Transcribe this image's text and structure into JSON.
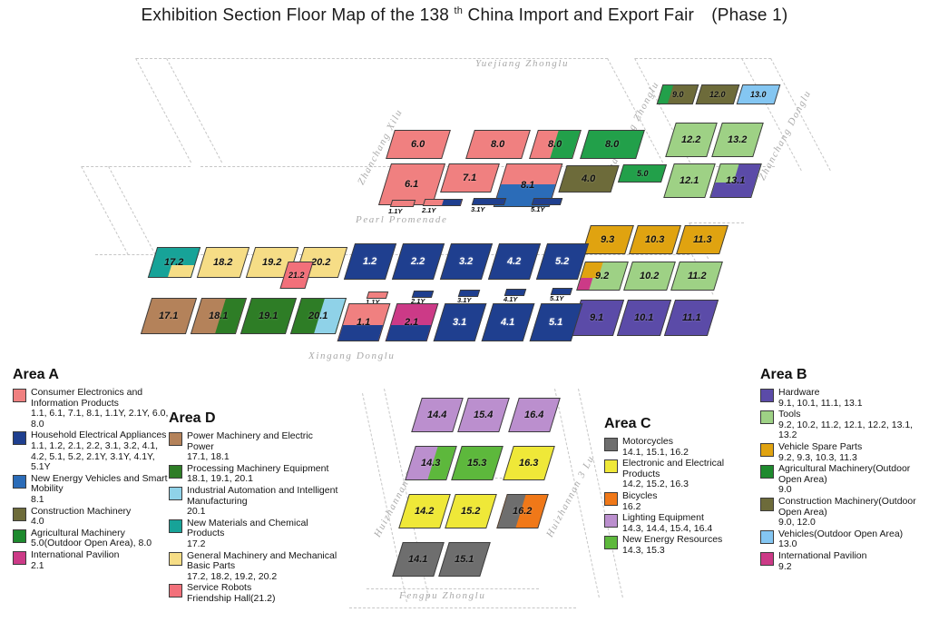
{
  "title": {
    "prefix": "Exhibition Section Floor Map of the 138",
    "sup": "th",
    "suffix": "China Import and Export Fair (Phase 1)"
  },
  "roads": {
    "yuejiang_zhonglu": "Yuejiang Zhonglu",
    "zhanchang_xilu": "Zhanchang Xilu",
    "zhanchang_zhonglu": "Zhanchang Zhonglu",
    "zhanchang_donglu": "Zhanchang Donglu",
    "pearl_promenade": "Pearl Promenade",
    "xingang_donglu": "Xingang Donglu",
    "huizhannan_2_lu": "Huizhannan 2 Lu",
    "huizhannan_3_lu": "Huizhannan 3 Lu",
    "fengpu_zhonglu": "Fengpu Zhonglu"
  },
  "colors": {
    "pink": "#f08080",
    "dark_blue": "#1f3f8f",
    "blue": "#2b6cb8",
    "olive": "#6d6b3a",
    "green": "#22a04a",
    "magenta": "#cc3a87",
    "brown": "#b4825a",
    "dark_green": "#2e7d26",
    "light_blue": "#8fd2e8",
    "teal": "#17a398",
    "light_yellow": "#f6dd86",
    "salmon": "#f2707a",
    "gray": "#6e6e6e",
    "yellow": "#efe838",
    "orange": "#f07818",
    "purple_light": "#bb8fce",
    "green_bright": "#5db83c",
    "indigo": "#5b4ba8",
    "light_green": "#9ed185",
    "gold": "#e0a310",
    "sky_blue": "#84c6f2"
  },
  "blocks_top": [
    {
      "id": "6.0",
      "fills": [
        "pink"
      ]
    },
    {
      "id": "8.0",
      "fills": [
        "pink"
      ]
    },
    {
      "id": "8.0b",
      "label": "8.0",
      "fills": [
        "pink",
        "green"
      ]
    },
    {
      "id": "8.0c",
      "label": "8.0",
      "fills": [
        "green"
      ]
    },
    {
      "id": "6.1",
      "fills": [
        "pink"
      ]
    },
    {
      "id": "7.1",
      "fills": [
        "pink"
      ]
    },
    {
      "id": "8.1",
      "fills": [
        "pink",
        "blue"
      ]
    },
    {
      "id": "4.0",
      "fills": [
        "olive"
      ]
    },
    {
      "id": "5.0",
      "fills": [
        "green"
      ]
    }
  ],
  "blocks_topright": [
    {
      "id": "9.0",
      "fills": [
        "green",
        "olive"
      ]
    },
    {
      "id": "12.0",
      "fills": [
        "olive"
      ]
    },
    {
      "id": "13.0",
      "fills": [
        "sky_blue"
      ]
    },
    {
      "id": "12.2",
      "fills": [
        "light_green"
      ]
    },
    {
      "id": "13.2",
      "fills": [
        "light_green"
      ]
    },
    {
      "id": "12.1",
      "fills": [
        "light_green"
      ]
    },
    {
      "id": "13.1",
      "fills": [
        "light_green",
        "indigo"
      ]
    }
  ],
  "blocks_areaB": [
    {
      "id": "9.3",
      "fills": [
        "gold"
      ]
    },
    {
      "id": "10.3",
      "fills": [
        "gold"
      ]
    },
    {
      "id": "11.3",
      "fills": [
        "gold"
      ]
    },
    {
      "id": "9.2",
      "fills": [
        "gold",
        "magenta",
        "light_green"
      ]
    },
    {
      "id": "10.2",
      "fills": [
        "light_green"
      ]
    },
    {
      "id": "11.2",
      "fills": [
        "light_green"
      ]
    },
    {
      "id": "9.1",
      "fills": [
        "indigo"
      ]
    },
    {
      "id": "10.1",
      "fills": [
        "indigo"
      ]
    },
    {
      "id": "11.1",
      "fills": [
        "indigo"
      ]
    }
  ],
  "blocks_areaA": [
    {
      "id": "1.2",
      "fills": [
        "dark_blue"
      ]
    },
    {
      "id": "2.2",
      "fills": [
        "dark_blue"
      ]
    },
    {
      "id": "3.2",
      "fills": [
        "dark_blue"
      ]
    },
    {
      "id": "4.2",
      "fills": [
        "dark_blue"
      ]
    },
    {
      "id": "5.2",
      "fills": [
        "dark_blue"
      ]
    },
    {
      "id": "1.1",
      "fills": [
        "pink",
        "dark_blue"
      ]
    },
    {
      "id": "2.1",
      "fills": [
        "magenta",
        "dark_blue"
      ]
    },
    {
      "id": "3.1",
      "fills": [
        "dark_blue"
      ]
    },
    {
      "id": "4.1",
      "fills": [
        "dark_blue"
      ]
    },
    {
      "id": "5.1",
      "fills": [
        "dark_blue"
      ]
    }
  ],
  "blocks_areaD": [
    {
      "id": "17.2",
      "fills": [
        "teal",
        "light_yellow"
      ]
    },
    {
      "id": "18.2",
      "fills": [
        "light_yellow"
      ]
    },
    {
      "id": "19.2",
      "fills": [
        "light_yellow"
      ]
    },
    {
      "id": "20.2",
      "fills": [
        "light_yellow"
      ]
    },
    {
      "id": "21.2",
      "fills": [
        "salmon"
      ]
    },
    {
      "id": "17.1",
      "fills": [
        "brown"
      ]
    },
    {
      "id": "18.1",
      "fills": [
        "brown",
        "dark_green"
      ]
    },
    {
      "id": "19.1",
      "fills": [
        "dark_green"
      ]
    },
    {
      "id": "20.1",
      "fills": [
        "dark_green",
        "light_blue"
      ]
    }
  ],
  "blocks_areaC": [
    {
      "id": "14.4",
      "fills": [
        "purple_light"
      ]
    },
    {
      "id": "15.4",
      "fills": [
        "purple_light"
      ]
    },
    {
      "id": "16.4",
      "fills": [
        "purple_light"
      ]
    },
    {
      "id": "14.3",
      "fills": [
        "purple_light",
        "green_bright"
      ]
    },
    {
      "id": "15.3",
      "fills": [
        "green_bright"
      ]
    },
    {
      "id": "16.3",
      "fills": [
        "yellow"
      ]
    },
    {
      "id": "14.2",
      "fills": [
        "yellow"
      ]
    },
    {
      "id": "15.2",
      "fills": [
        "yellow"
      ]
    },
    {
      "id": "16.2",
      "fills": [
        "gray",
        "orange"
      ]
    },
    {
      "id": "14.1",
      "fills": [
        "gray"
      ]
    },
    {
      "id": "15.1",
      "fills": [
        "gray"
      ]
    }
  ],
  "y_strips": [
    {
      "id": "1.1Y",
      "fills": [
        "pink"
      ]
    },
    {
      "id": "2.1Y",
      "fills": [
        "pink",
        "dark_blue"
      ]
    },
    {
      "id": "3.1Y",
      "fills": [
        "dark_blue"
      ]
    },
    {
      "id": "5.1Y",
      "fills": [
        "dark_blue"
      ]
    },
    {
      "id": "1.1Yb",
      "label": "1.1Y",
      "fills": [
        "pink"
      ]
    },
    {
      "id": "2.1Yb",
      "label": "2.1Y",
      "fills": [
        "dark_blue"
      ]
    },
    {
      "id": "3.1Yb",
      "label": "3.1Y",
      "fills": [
        "dark_blue"
      ]
    },
    {
      "id": "4.1Yb",
      "label": "4.1Y",
      "fills": [
        "dark_blue"
      ]
    },
    {
      "id": "5.1Yb",
      "label": "5.1Y",
      "fills": [
        "dark_blue"
      ]
    }
  ],
  "legend": {
    "area_a": {
      "title": "Area A",
      "items": [
        {
          "color": "#f08080",
          "name": "Consumer Electronics and Information Products",
          "codes": "1.1, 6.1, 7.1, 8.1, 1.1Y, 2.1Y, 6.0, 8.0"
        },
        {
          "color": "#1f3f8f",
          "name": "Household Electrical Appliances",
          "codes": "1.1, 1.2, 2.1, 2.2, 3.1, 3.2, 4.1, 4.2, 5.1, 5.2, 2.1Y, 3.1Y, 4.1Y, 5.1Y"
        },
        {
          "color": "#2b6cb8",
          "name": "New Energy Vehicles and Smart Mobility",
          "codes": "8.1"
        },
        {
          "color": "#6d6b3a",
          "name": "Construction Machinery",
          "codes": "4.0"
        },
        {
          "color": "#22a04a",
          "name": "Agricultural Machinery",
          "codes": "5.0(Outdoor Open Area), 8.0"
        },
        {
          "color": "#cc3a87",
          "name": "International Pavilion",
          "codes": "2.1"
        }
      ]
    },
    "area_d": {
      "title": "Area D",
      "items": [
        {
          "color": "#b4825a",
          "name": "Power Machinery and Electric Power",
          "codes": "17.1, 18.1"
        },
        {
          "color": "#2e7d26",
          "name": "Processing Machinery Equipment",
          "codes": "18.1, 19.1, 20.1"
        },
        {
          "color": "#8fd2e8",
          "name": "Industrial Automation and Intelligent Manufacturing",
          "codes": "20.1"
        },
        {
          "color": "#17a398",
          "name": "New Materials and Chemical Products",
          "codes": "17.2"
        },
        {
          "color": "#f6dd86",
          "name": "General Machinery and Mechanical Basic Parts",
          "codes": "17.2, 18.2, 19.2, 20.2"
        },
        {
          "color": "#f2707a",
          "name": "Service Robots",
          "codes": "Friendship Hall(21.2)"
        }
      ]
    },
    "area_c": {
      "title": "Area C",
      "items": [
        {
          "color": "#6e6e6e",
          "name": "Motorcycles",
          "codes": "14.1, 15.1, 16.2"
        },
        {
          "color": "#efe838",
          "name": "Electronic and Electrical Products",
          "codes": "14.2, 15.2, 16.3"
        },
        {
          "color": "#f07818",
          "name": "Bicycles",
          "codes": "16.2"
        },
        {
          "color": "#bb8fce",
          "name": "Lighting Equipment",
          "codes": "14.3, 14.4, 15.4, 16.4"
        },
        {
          "color": "#5db83c",
          "name": "New Energy Resources",
          "codes": "14.3, 15.3"
        }
      ]
    },
    "area_b": {
      "title": "Area B",
      "items": [
        {
          "color": "#5b4ba8",
          "name": "Hardware",
          "codes": "9.1, 10.1, 11.1, 13.1"
        },
        {
          "color": "#9ed185",
          "name": "Tools",
          "codes": "9.2, 10.2, 11.2, 12.1, 12.2, 13.1, 13.2"
        },
        {
          "color": "#e0a310",
          "name": "Vehicle Spare Parts",
          "codes": "9.2, 9.3, 10.3, 11.3"
        },
        {
          "color": "#1e8a2e",
          "name": "Agricultural Machinery(Outdoor Open Area)",
          "codes": "9.0"
        },
        {
          "color": "#6d6b3a",
          "name": "Construction Machinery(Outdoor Open Area)",
          "codes": "9.0, 12.0"
        },
        {
          "color": "#84c6f2",
          "name": "Vehicles(Outdoor Open Area)",
          "codes": "13.0"
        },
        {
          "color": "#cc3a87",
          "name": "International Pavilion",
          "codes": "9.2"
        }
      ]
    }
  }
}
